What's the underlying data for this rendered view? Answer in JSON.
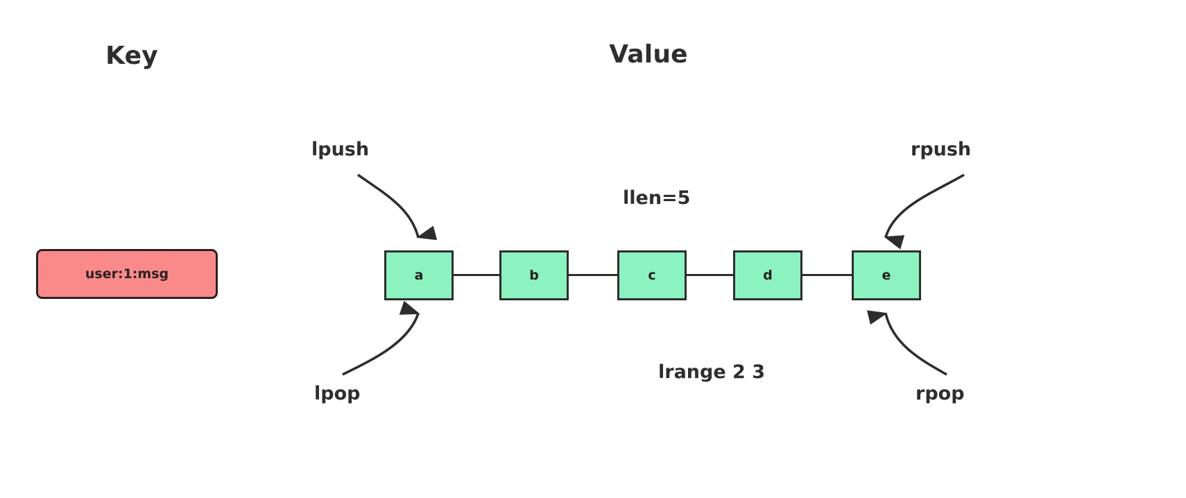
{
  "diagram": {
    "type": "redis-list-structure",
    "headers": {
      "key": "Key",
      "value": "Value"
    },
    "key_entry": {
      "label": "user:1:msg",
      "fill_color": "#fa8a8a",
      "border_color": "#2b2027"
    },
    "list": {
      "node_fill_color": "#8cf2bf",
      "node_border_color": "#2d2d2d",
      "nodes": [
        {
          "label": "a",
          "index": 0
        },
        {
          "label": "b",
          "index": 1
        },
        {
          "label": "c",
          "index": 2
        },
        {
          "label": "d",
          "index": 3
        },
        {
          "label": "e",
          "index": 4
        }
      ]
    },
    "operations": [
      {
        "name": "lpush",
        "label": "lpush",
        "target_node": "a",
        "side": "head",
        "direction": "in"
      },
      {
        "name": "rpush",
        "label": "rpush",
        "target_node": "e",
        "side": "tail",
        "direction": "in"
      },
      {
        "name": "lpop",
        "label": "lpop",
        "target_node": "a",
        "side": "head",
        "direction": "out"
      },
      {
        "name": "rpop",
        "label": "rpop",
        "target_node": "e",
        "side": "tail",
        "direction": "out"
      }
    ],
    "annotations": {
      "llen": "llen=5",
      "lrange": "lrange 2 3"
    }
  }
}
